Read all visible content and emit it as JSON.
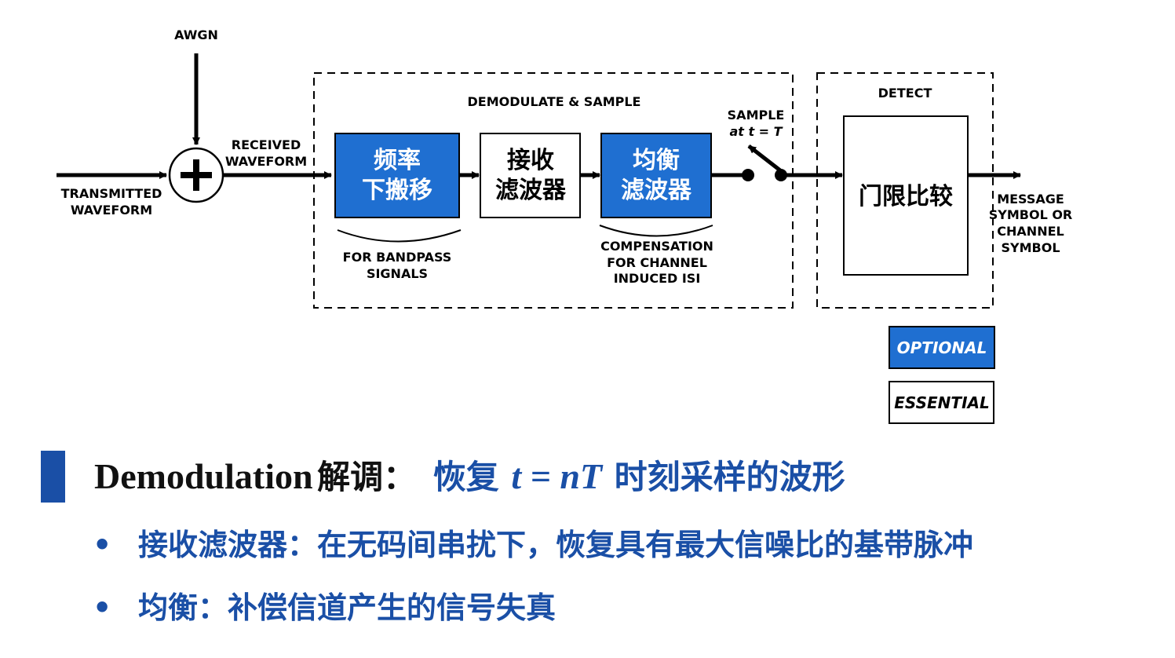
{
  "diagram": {
    "awgn": "AWGN",
    "transmitted": [
      "TRANSMITTED",
      "WAVEFORM"
    ],
    "received": [
      "RECEIVED",
      "WAVEFORM"
    ],
    "demod_section_title": "DEMODULATE & SAMPLE",
    "detect_section_title": "DETECT",
    "blocks": {
      "freq_down": [
        "频率",
        "下搬移"
      ],
      "receive_filter": [
        "接收",
        "滤波器"
      ],
      "equalizer": [
        "均衡",
        "滤波器"
      ],
      "threshold": "门限比较"
    },
    "sample_label": [
      "SAMPLE",
      "at t = T"
    ],
    "bandpass_note": [
      "FOR BANDPASS",
      "SIGNALS"
    ],
    "compensation_note": [
      "COMPENSATION",
      "FOR CHANNEL",
      "INDUCED ISI"
    ],
    "output": [
      "MESSAGE",
      "SYMBOL OR",
      "CHANNEL",
      "SYMBOL"
    ],
    "legend": {
      "optional": "OPTIONAL",
      "essential": "ESSENTIAL"
    },
    "colors": {
      "optional_fill": "#1f6fd1",
      "border": "#000000"
    }
  },
  "heading": {
    "latin": "Demodulation",
    "cjk": "解调：",
    "blue_1": "恢复",
    "math": "t = nT",
    "blue_2": "时刻采样的波形"
  },
  "bullets": [
    "接收滤波器：在无码间串扰下，恢复具有最大信噪比的基带脉冲",
    "均衡：补偿信道产生的信号失真"
  ],
  "bullet_symbol": "•",
  "colors": {
    "accent": "#1a4fa6"
  }
}
